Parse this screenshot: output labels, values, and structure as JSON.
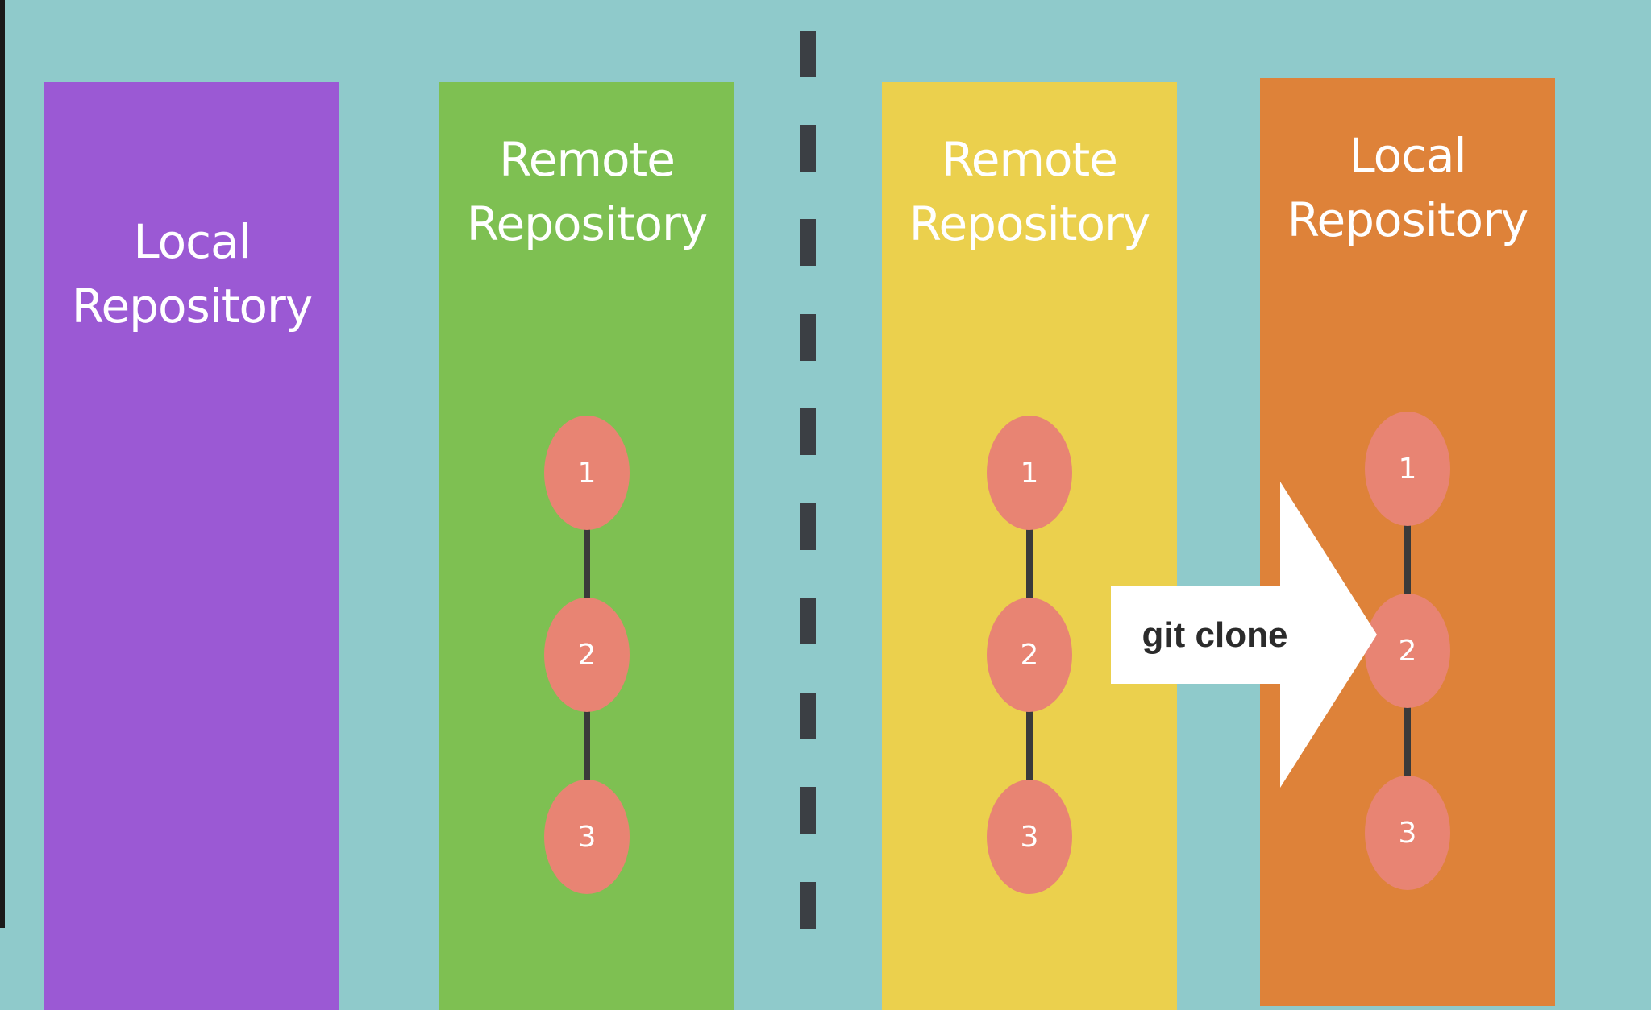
{
  "columns": [
    {
      "title_line1": "Local",
      "title_line2": "Repository",
      "color": "#9b59d4",
      "commits": []
    },
    {
      "title_line1": "Remote",
      "title_line2": "Repository",
      "color": "#7ec052",
      "commits": [
        "1",
        "2",
        "3"
      ]
    },
    {
      "title_line1": "Remote",
      "title_line2": "Repository",
      "color": "#ebd04d",
      "commits": [
        "1",
        "2",
        "3"
      ]
    },
    {
      "title_line1": "Local",
      "title_line2": "Repository",
      "color": "#de8239",
      "commits": [
        "1",
        "2",
        "3"
      ]
    }
  ],
  "arrow": {
    "label": "git clone",
    "color": "#ffffff"
  },
  "colors": {
    "background": "#8fcacb",
    "commit": "#e88473",
    "divider": "#3b3f44"
  }
}
